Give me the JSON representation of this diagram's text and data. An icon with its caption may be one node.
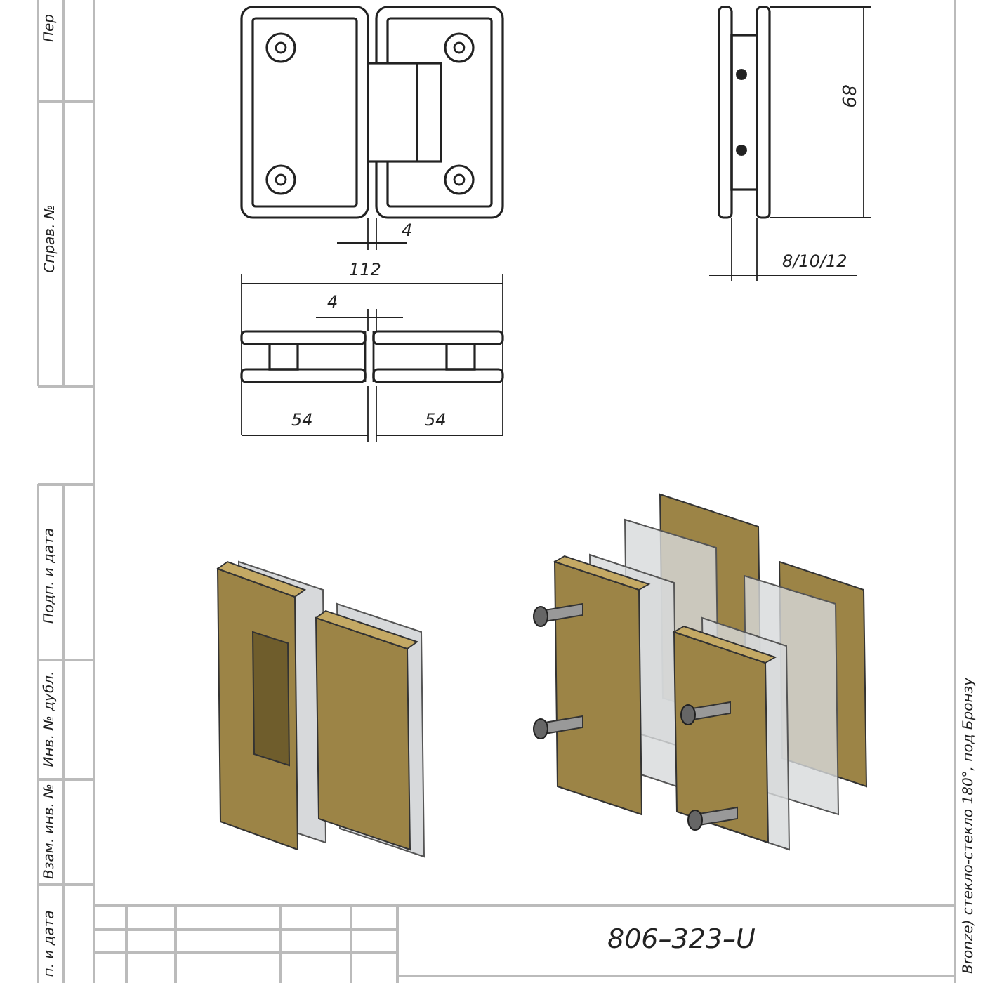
{
  "diagram": {
    "labels": [
      "Пер",
      "Справ. №",
      "Подп. и дата",
      "Инв. № дубл.",
      "Взам. инв. №",
      "п. и дата",
      "4",
      "89",
      "8/10/12",
      "112",
      "4",
      "54",
      "54",
      "806–323–U",
      "Bronze) стекло-стекло 180°, под Бронзу"
    ]
  }
}
